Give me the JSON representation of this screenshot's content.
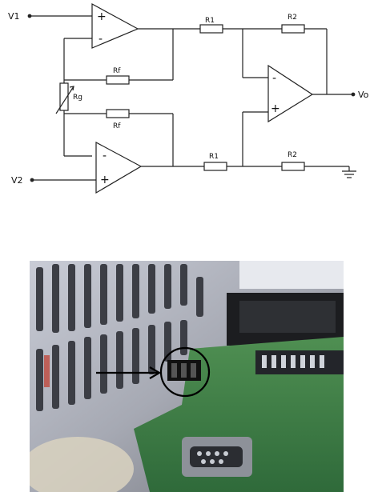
{
  "circuit": {
    "inputs": {
      "v1": "V1",
      "v2": "V2"
    },
    "output": "Vo",
    "resistors": {
      "r1_top": "R1",
      "r1_bottom": "R1",
      "r2_top": "R2",
      "r2_bottom": "R2",
      "rf_top": "Rf",
      "rf_bottom": "Rf",
      "rg": "Rg"
    },
    "opamp_signs": {
      "plus": "+",
      "minus": "-"
    }
  },
  "photo": {
    "annotation": "arrow pointing to a circled jumper header on a circuit board"
  }
}
